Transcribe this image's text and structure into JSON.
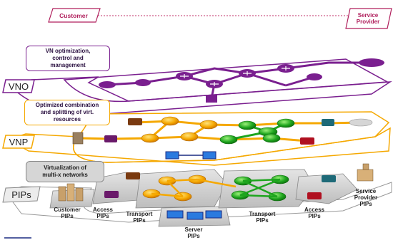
{
  "top": {
    "customer": "Customer",
    "service_provider": "Service\nProvider"
  },
  "layers": {
    "vno": {
      "label": "VNO",
      "desc": "VN optimization,\ncontrol and\nmanagement"
    },
    "vnp": {
      "label": "VNP",
      "desc": "Optimized combination\nand splitting of virt.\nresources"
    },
    "pips": {
      "label": "PIPs",
      "desc": "Virtualization of\nmulti-x networks"
    }
  },
  "domains": {
    "customer": "Customer\nPIPs",
    "access_left": "Access\nPIPs",
    "transport_left": "Transport\nPIPs",
    "server": "Server\nPIPs",
    "transport_right": "Transport\nPIPs",
    "access_right": "Access\nPIPs",
    "service_provider": "Service\nProvider\nPIPs"
  },
  "colors": {
    "purple": "#7a1f8f",
    "orange": "#f5a800",
    "green": "#1ea51e",
    "gray": "#cfcfcf",
    "maroon": "#7a1033",
    "navy": "#1a2a80"
  }
}
